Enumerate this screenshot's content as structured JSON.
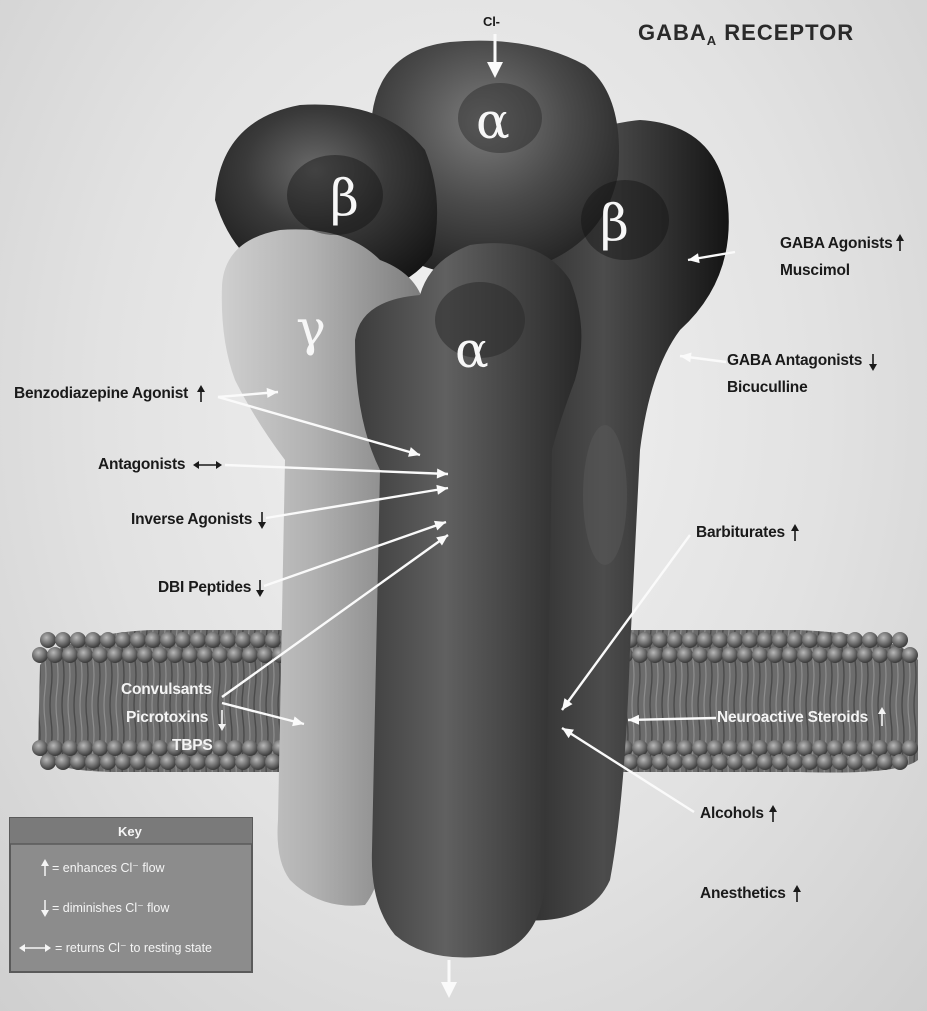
{
  "title": {
    "main": "GABA",
    "subscript": "A",
    "rest": " RECEPTOR"
  },
  "ion_label": "Cl-",
  "subunits": {
    "alpha_top": "α",
    "beta_left": "β",
    "beta_right": "β",
    "gamma": "γ",
    "alpha_front": "α"
  },
  "labels": {
    "benzodiazepine": "Benzodiazepine Agonist",
    "antagonists": "Antagonists",
    "inverse_agonists": "Inverse Agonists",
    "dbi_peptides": "DBI Peptides",
    "convulsants": "Convulsants",
    "picrotoxins": "Picrotoxins",
    "tbps": "TBPS",
    "gaba_agonists": "GABA Agonists",
    "muscimol": "Muscimol",
    "gaba_antagonists": "GABA Antagonists",
    "bicuculline": "Bicuculline",
    "barbiturates": "Barbiturates",
    "neuroactive_steroids": "Neuroactive Steroids",
    "alcohols": "Alcohols",
    "anesthetics": "Anesthetics"
  },
  "key": {
    "title": "Key",
    "enhances": "= enhances Cl⁻ flow",
    "diminishes": "= diminishes Cl⁻ flow",
    "returns": "= returns Cl⁻ to resting state"
  },
  "colors": {
    "background": "#e0e0e0",
    "subunit_dark": "#2a2a2a",
    "subunit_gamma": "#a8a8a8",
    "membrane": "#6e6e6e",
    "arrow": "#fafafa",
    "key_box": "#8a8a8a"
  }
}
